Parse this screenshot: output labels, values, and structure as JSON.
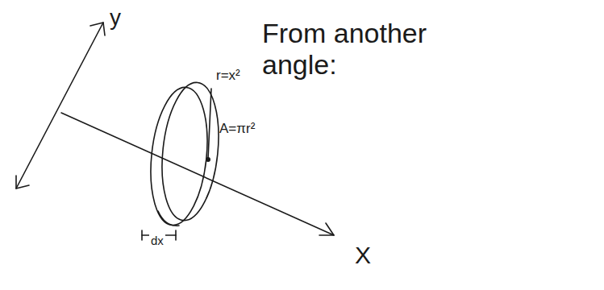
{
  "diagram": {
    "labels": [
      "y",
      "r=x²",
      "A=πr²",
      "From another angle:",
      "dx",
      "X"
    ]
  }
}
